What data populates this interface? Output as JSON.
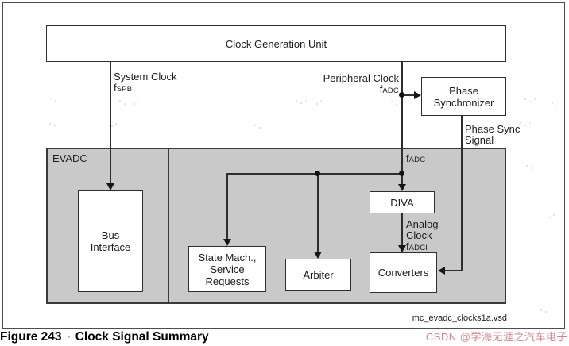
{
  "figure": {
    "caption_prefix": "Figure 243",
    "caption_separator": "·",
    "caption_title": "Clock Signal Summary",
    "file_label": "mc_evadc_clocks1a.vsd",
    "watermark": "CSDN @学海无涯之汽车电子"
  },
  "colors": {
    "line": "#2e2e2e",
    "evadc_fill": "#c9c9c9",
    "watermark_pink": "#d2848e"
  },
  "blocks": {
    "clock_generation_unit": "Clock Generation Unit",
    "phase_synchronizer": "Phase\nSynchronizer",
    "evadc": "EVADC",
    "bus_interface": "Bus\nInterface",
    "state_machine": "State Mach.,\nService\nRequests",
    "arbiter": "Arbiter",
    "diva": "DIVA",
    "converters": "Converters"
  },
  "labels": {
    "system_clock": "System Clock",
    "f_spb_base": "f",
    "f_spb_sub": "SPB",
    "peripheral_clock": "Peripheral Clock",
    "f_adc_base": "f",
    "f_adc_sub": "ADC",
    "f_adc_inner_base": "f",
    "f_adc_inner_sub": "ADC",
    "phase_sync_signal": "Phase Sync\nSignal",
    "analog_clock": "Analog\nClock",
    "f_adci_base": "f",
    "f_adci_sub": "ADCI"
  }
}
